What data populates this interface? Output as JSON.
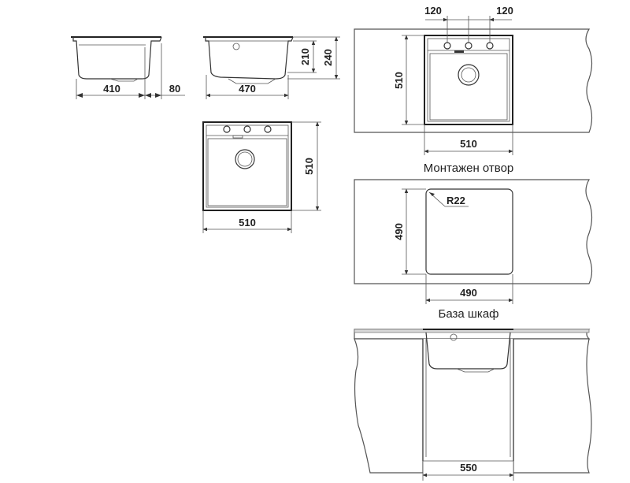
{
  "dimensions": {
    "front_width": "410",
    "front_gap": "80",
    "side_width": "470",
    "depth_inner": "210",
    "depth_total": "240",
    "top_width": "510",
    "top_height": "510",
    "install_tap_left": "120",
    "install_tap_right": "120",
    "install_height": "510",
    "install_width": "510",
    "cutout_height": "490",
    "cutout_width": "490",
    "cutout_radius": "R22",
    "cabinet_width": "550"
  },
  "captions": {
    "cutout": "Монтажен отвор",
    "cabinet": "База шкаф"
  }
}
